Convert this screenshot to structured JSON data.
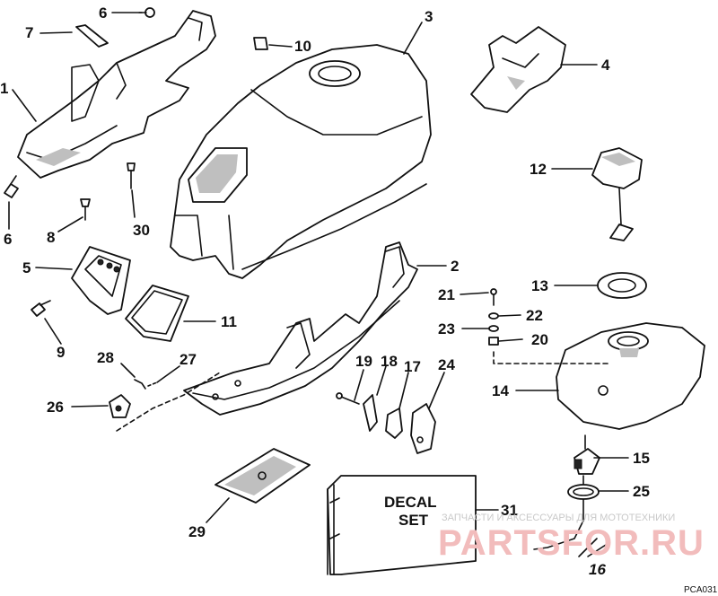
{
  "callouts": [
    "1",
    "2",
    "3",
    "4",
    "5",
    "6",
    "6",
    "7",
    "8",
    "9",
    "10",
    "11",
    "12",
    "13",
    "14",
    "15",
    "16",
    "17",
    "18",
    "19",
    "20",
    "21",
    "22",
    "23",
    "24",
    "25",
    "26",
    "27",
    "28",
    "29",
    "30",
    "31"
  ],
  "decal": {
    "line1": "DECAL",
    "line2": "SET"
  },
  "watermark": {
    "subtitle": "ЗАПЧАСТИ И АКСЕССУАРЫ ДЛЯ МОТОТЕХНИКИ",
    "brand": "PARTSFOR.RU"
  },
  "figure_code": "PCA031"
}
